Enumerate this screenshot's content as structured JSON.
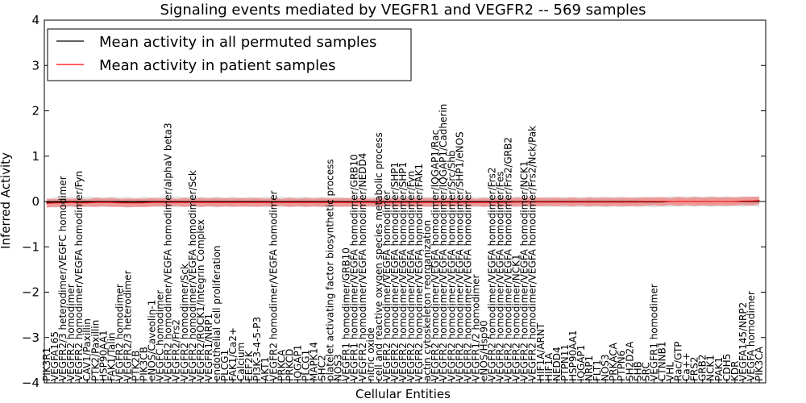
{
  "chart_data": {
    "type": "line",
    "title": "Signaling events mediated by VEGFR1 and VEGFR2 -- 569 samples",
    "xlabel": "Cellular Entities",
    "ylabel": "Inferred Activity",
    "ylim": [
      -4,
      4
    ],
    "yticks": [
      4,
      3,
      2,
      1,
      0,
      -1,
      -2,
      -3,
      -4
    ],
    "ytick_labels": [
      "4",
      "3",
      "2",
      "1",
      "0",
      "−1",
      "−2",
      "−3",
      "−4"
    ],
    "grid": false,
    "legend_placement": "top-left",
    "colors": {
      "permuted": "#000000",
      "patient": "#ff0000",
      "patient_band": "#f08080",
      "permuted_band": "#d9d9d9"
    },
    "entities": [
      "PIK3R1",
      "VEGFA165",
      "VEGFR2/3 heterodimer/VEGFC homodimer",
      "VEGFR2 homodimer",
      "VEGFR2 homodimer/VEGFA homodimer/Fyn",
      "CAV1/Paxillin",
      "PTK2/Paxillin",
      "HSP90AA1",
      "FAK1/Talin",
      "VEGFR2 homodimer",
      "VEGFR2/3 heterodimer",
      "PTK2B",
      "PIK3CB",
      "eNOS/Caveolin-1",
      "VEGFC homodimer",
      "VEGFR2 homodimer/VEGFA homodimer/alphaV beta3",
      "VEGFR2/Frs2",
      "VEGFR2 homodimer/Sck",
      "VEGFR2 homodimer/VEGFA homodimer/Sck",
      "VEGFR2/ROCK1/Integrin Complex",
      "VEGFR1/NRP1",
      "endothelial cell proliferation",
      "PLCG1",
      "FAK1/Ca2+",
      "Calcium",
      "EEF2K",
      "PI3K-3-4-5-P3",
      "AKT1",
      "VEGFR2 homodimer/VEGFA homodimer",
      "PRKCA",
      "PRKCD",
      "IQGAP1",
      "PLCG1",
      "MAPK14",
      "SHC2",
      "platelet activating factor biosynthetic process",
      "NOS3",
      "VEGFR1 homodimer/GRB10",
      "VEGFR1 homodimer/VEGFA homodimer/GRB10",
      "VEGFR2 homodimer/VEGFA homodimer/NEDD4",
      "nitric oxide",
      "cell and reactive oxygen species metabolic process",
      "VEGFR2 homodimer/VEGFA homodimer",
      "VEGFR2 homodimer/VEGFA homodimer/SHP1",
      "VEGFR2 homodimer/VEGFA homodimer/SHP1",
      "VEGFR2 homodimer/VEGFA homodimer/Fyn",
      "VEGFR2 homodimer/VEGFA homodimer/FAK1",
      "actin cytoskeleton reorganization",
      "VEGFR2 homodimer/VEGFA homodimer/IQGAP1/Rac",
      "VEGFR2 homodimer/VEGFA homodimer/IQGAP1/Cadherin",
      "VEGFR2 homodimer/VEGFA homodimer/Src/Shb",
      "VEGFR2 homodimer/VEGFA homodimer/SHP1/eNOS",
      "VEGFR2 homodimer/VEGFA homodimer",
      "VEGFR1/2 homodimer",
      "eNOS/Hsp90",
      "VEGFR2 homodimer/VEGFA homodimer/Frs2",
      "VEGFR2 homodimer/VEGFA homodimer/Fes",
      "VEGFR2 homodimer/VEGFA homodimer/Frs2/GRB2",
      "VEGFR2 homodimer/NCK1",
      "VEGFR2 homodimer/VEGFA homodimer/NCK1",
      "VEGFR2 homodimer/VEGFA homodimer/Frs2/Nck/Pak",
      "HIF1A/ARNT",
      "HIF1A",
      "NEDD4",
      "PTPN11",
      "HSP90AA1",
      "IQGAP1",
      "NRP1",
      "FLT1",
      "NOS3",
      "PRKACA",
      "PTPN6",
      "SH2D2A",
      "SHB",
      "SRC",
      "VEGFR1 homodimer",
      "CTNNB1",
      "VHL",
      "Rac/GTP",
      "Ca++",
      "FRS2",
      "GRB2",
      "NCK1",
      "PAK1",
      "CDH5",
      "KDR",
      "VEGFA145/NRP2",
      "VEGFA homodimer",
      "PIK3CA"
    ],
    "series": [
      {
        "name": "Mean activity in all permuted samples",
        "values": [
          -0.02,
          -0.02,
          -0.01,
          -0.01,
          -0.02,
          -0.01,
          -0.01,
          -0.01,
          -0.01,
          -0.01,
          -0.02,
          -0.02,
          -0.01,
          -0.01,
          -0.01,
          -0.01,
          -0.01,
          -0.01,
          -0.01,
          -0.01,
          -0.01,
          -0.01,
          -0.01,
          -0.01,
          -0.01,
          -0.01,
          -0.01,
          -0.01,
          -0.01,
          -0.01,
          -0.01,
          -0.01,
          -0.01,
          -0.01,
          -0.01,
          -0.01,
          -0.01,
          -0.01,
          -0.01,
          -0.01,
          -0.01,
          -0.01,
          -0.01,
          -0.01,
          -0.01,
          -0.01,
          -0.01,
          -0.01,
          -0.01,
          -0.01,
          -0.01,
          -0.01,
          -0.01,
          -0.01,
          -0.01,
          -0.01,
          -0.01,
          -0.01,
          -0.01,
          -0.01,
          -0.01,
          -0.01,
          -0.01,
          -0.01,
          -0.01,
          -0.01,
          -0.01,
          -0.01,
          -0.01,
          -0.01,
          -0.01,
          -0.01,
          -0.01,
          -0.01,
          -0.01,
          -0.01,
          -0.01,
          0.0,
          0.0,
          0.0,
          0.0,
          0.0,
          0.0,
          0.0,
          0.0,
          0.0,
          0.0,
          0.0,
          0.0
        ],
        "band": 0.12
      },
      {
        "name": "Mean activity in patient samples",
        "values": [
          -0.04,
          -0.03,
          -0.03,
          -0.02,
          -0.03,
          -0.03,
          -0.02,
          -0.02,
          -0.02,
          -0.03,
          -0.03,
          -0.03,
          -0.03,
          -0.02,
          -0.02,
          -0.02,
          -0.02,
          -0.02,
          -0.02,
          -0.02,
          -0.02,
          -0.02,
          -0.02,
          -0.02,
          -0.02,
          -0.02,
          -0.02,
          -0.02,
          -0.02,
          -0.02,
          -0.02,
          -0.02,
          -0.02,
          -0.02,
          -0.02,
          -0.02,
          -0.02,
          -0.02,
          -0.02,
          -0.02,
          -0.02,
          -0.02,
          -0.02,
          -0.02,
          -0.02,
          -0.02,
          -0.02,
          -0.02,
          -0.02,
          -0.02,
          -0.02,
          -0.02,
          -0.02,
          -0.02,
          -0.02,
          -0.02,
          -0.02,
          -0.02,
          -0.01,
          -0.01,
          -0.01,
          -0.01,
          -0.01,
          -0.01,
          -0.01,
          -0.01,
          -0.01,
          -0.01,
          -0.01,
          -0.01,
          -0.01,
          -0.01,
          -0.01,
          -0.01,
          0.0,
          0.0,
          0.0,
          0.0,
          0.0,
          0.0,
          0.0,
          0.0,
          0.0,
          0.0,
          0.0,
          0.0,
          0.01,
          0.01,
          0.02
        ],
        "band": 0.1
      }
    ]
  }
}
